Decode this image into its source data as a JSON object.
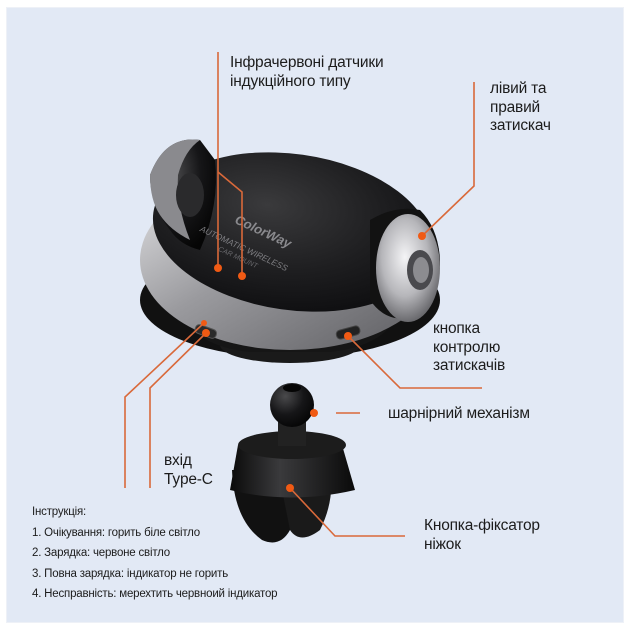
{
  "colors": {
    "background": "#e2e9f5",
    "accent_line": "#d9693a",
    "accent_dot": "#f05a14",
    "text": "#1c1c1c"
  },
  "product": {
    "brand_logo": "ColorWay",
    "device_text_line1": "AUTOMATIC WIRELESS",
    "device_text_line2": "CAR MOUNT"
  },
  "callouts": {
    "ir_sensors": {
      "line1": "Інфрачервоні датчики",
      "line2": "індукційного типу"
    },
    "clamps": {
      "line1": "лівий та",
      "line2": "правий",
      "line3": "затискач"
    },
    "clamp_button": {
      "line1": "кнопка",
      "line2": "контролю",
      "line3": "затискачів"
    },
    "hinge": {
      "line1": "шарнірний механізм"
    },
    "type_c": {
      "line1": "вхід",
      "line2": "Type-C"
    },
    "leg_lock": {
      "line1": "Кнопка-фіксатор",
      "line2": "ніжок"
    }
  },
  "instructions": {
    "title": "Інструкція:",
    "items": [
      "1. Очікування: горить біле світло",
      "2. Зарядка: червоне світло",
      "3. Повна зарядка: індикатор не горить",
      "4. Несправність: мерехтить червноий індикатор"
    ]
  }
}
